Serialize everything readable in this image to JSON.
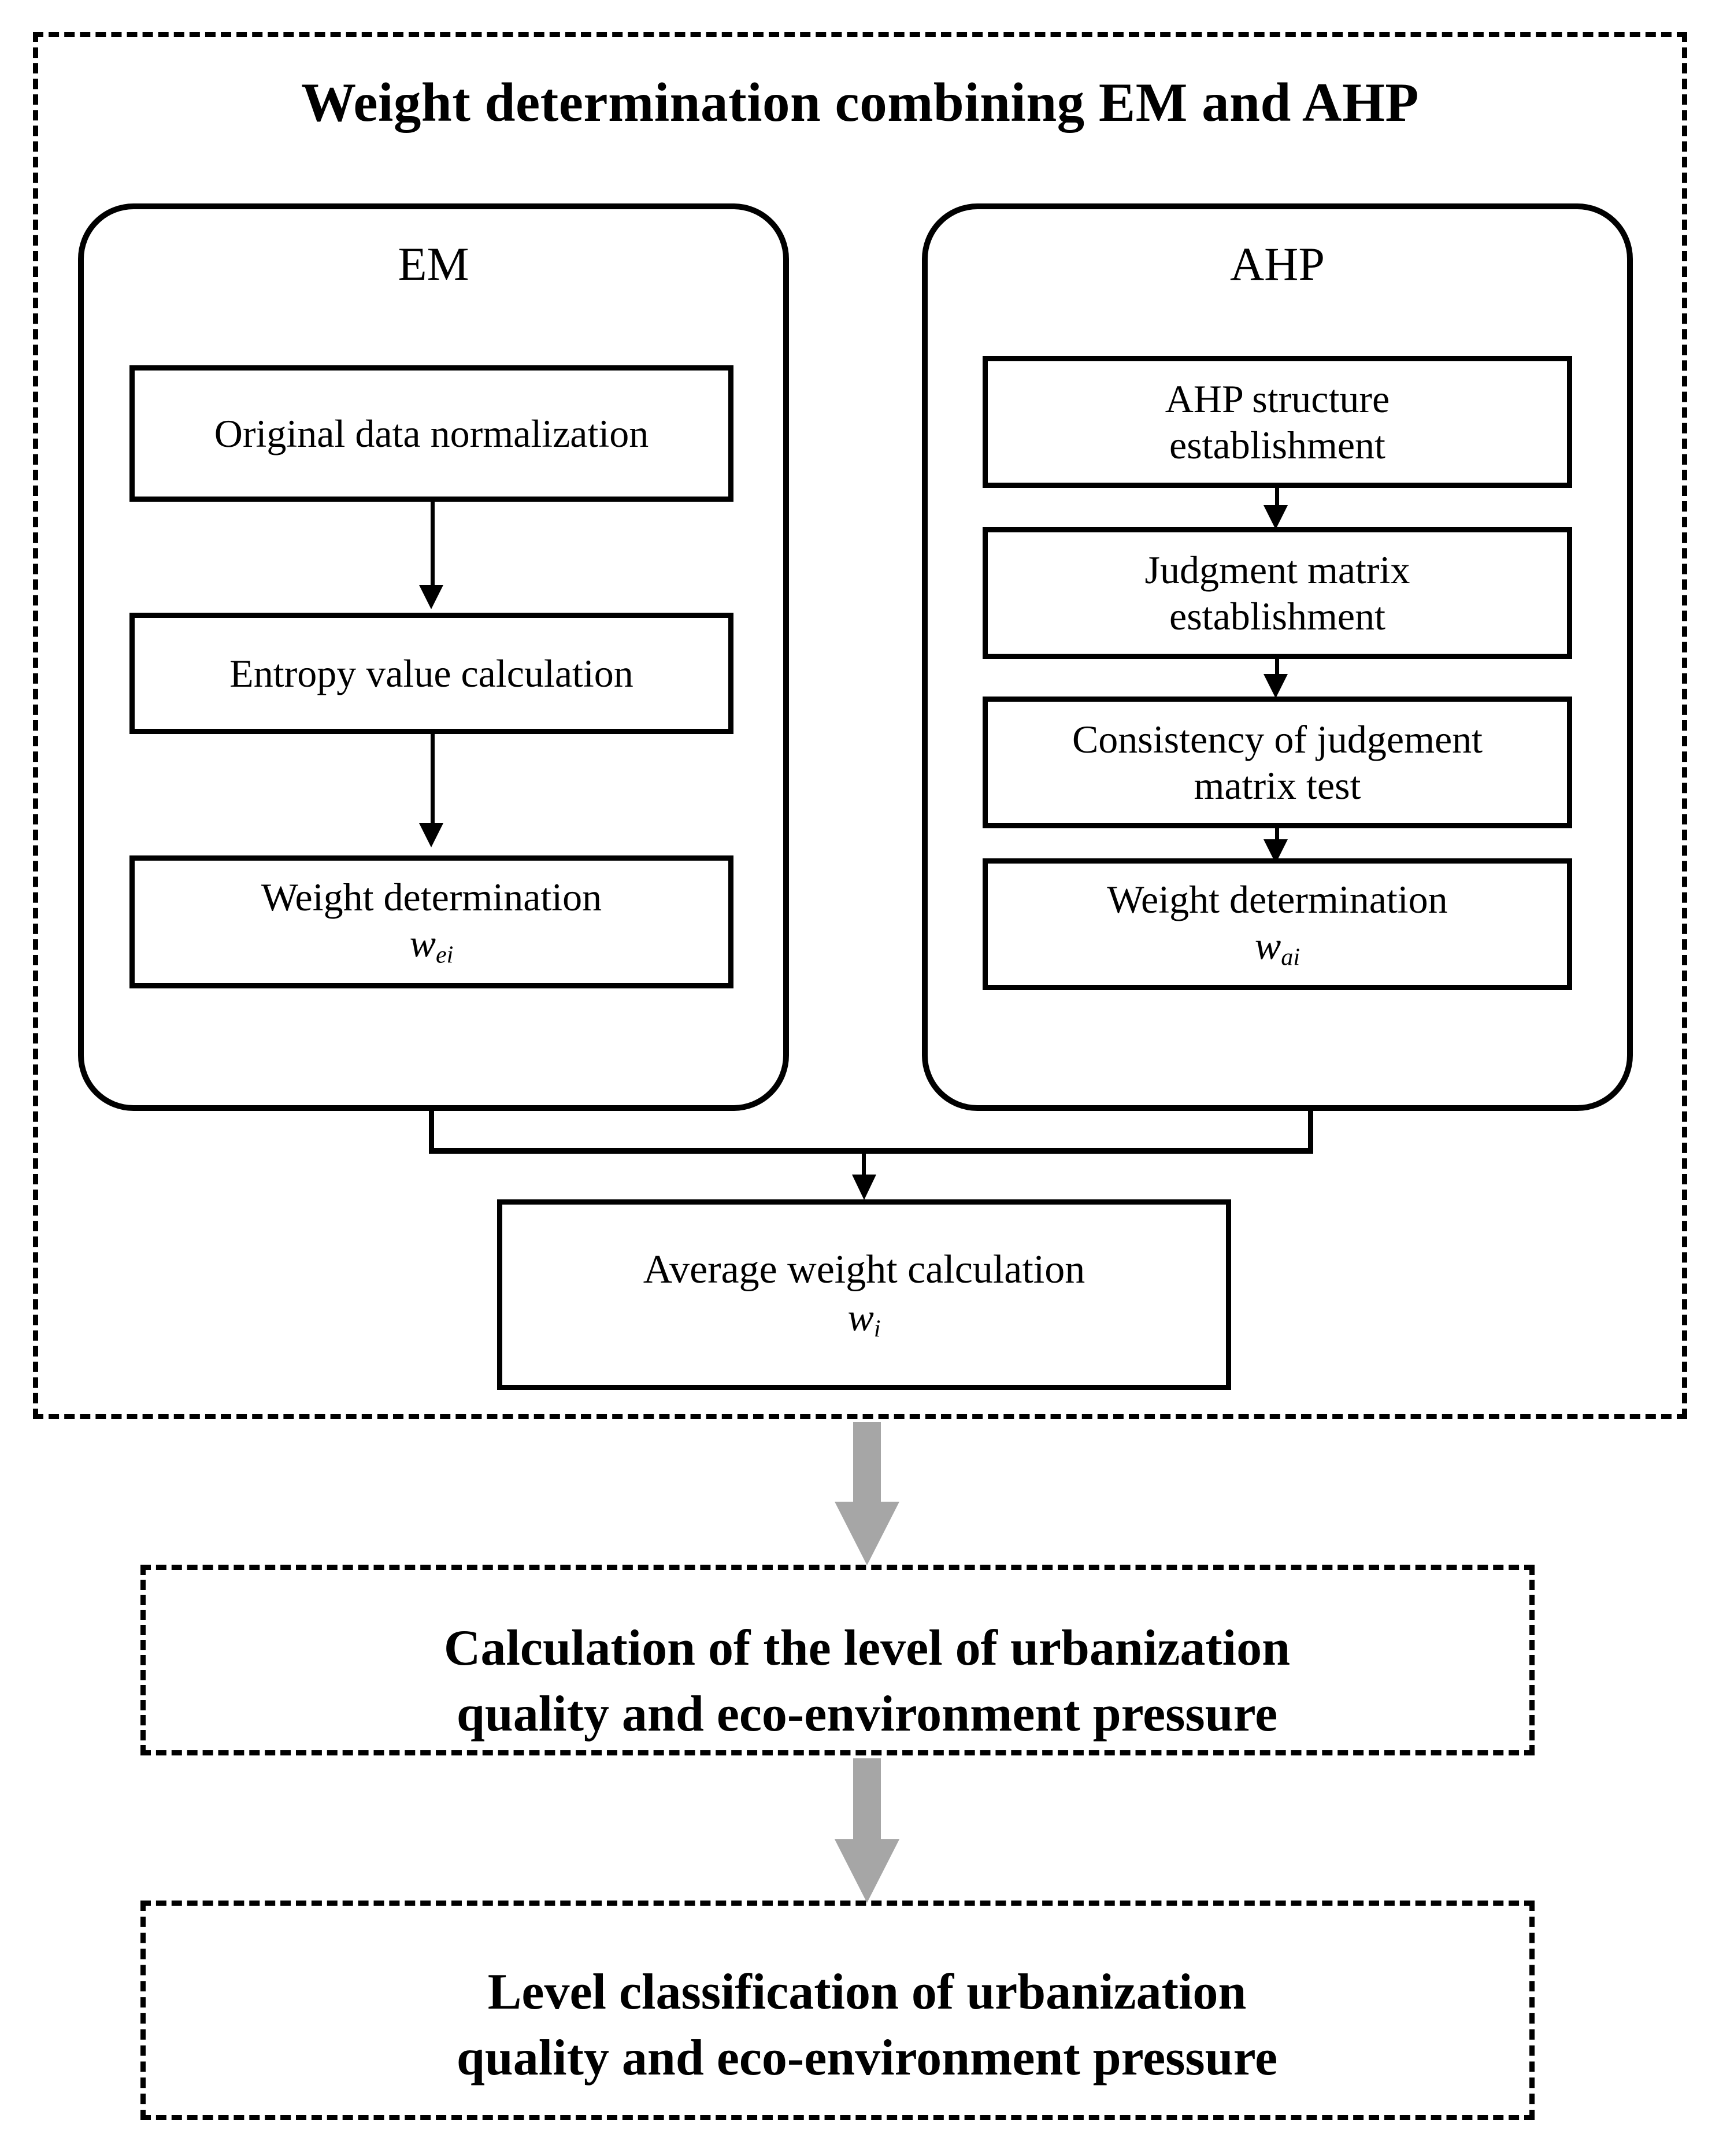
{
  "group": {
    "title": "Weight determination combining EM and AHP",
    "panels": [
      {
        "label": "EM",
        "steps": [
          {
            "line1": "Original data normalization"
          },
          {
            "line1": "Entropy value calculation"
          },
          {
            "line1": "Weight determination",
            "symbol": "w",
            "subscript": "ei"
          }
        ]
      },
      {
        "label": "AHP",
        "steps": [
          {
            "line1": "AHP structure",
            "line2": "establishment"
          },
          {
            "line1": "Judgment matrix",
            "line2": "establishment"
          },
          {
            "line1": "Consistency of judgement",
            "line2": "matrix test"
          },
          {
            "line1": "Weight determination",
            "symbol": "w",
            "subscript": "ai"
          }
        ]
      }
    ],
    "average": {
      "line1": "Average weight calculation",
      "symbol": "w",
      "subscript": "i"
    }
  },
  "results": [
    {
      "line1": "Calculation of the level of urbanization",
      "line2": "quality and eco-environment pressure"
    },
    {
      "line1": "Level classification of urbanization",
      "line2": "quality and eco-environment pressure"
    }
  ],
  "colors": {
    "stroke": "#000000",
    "gray_arrow": "#a6a6a6",
    "background": "#ffffff"
  }
}
